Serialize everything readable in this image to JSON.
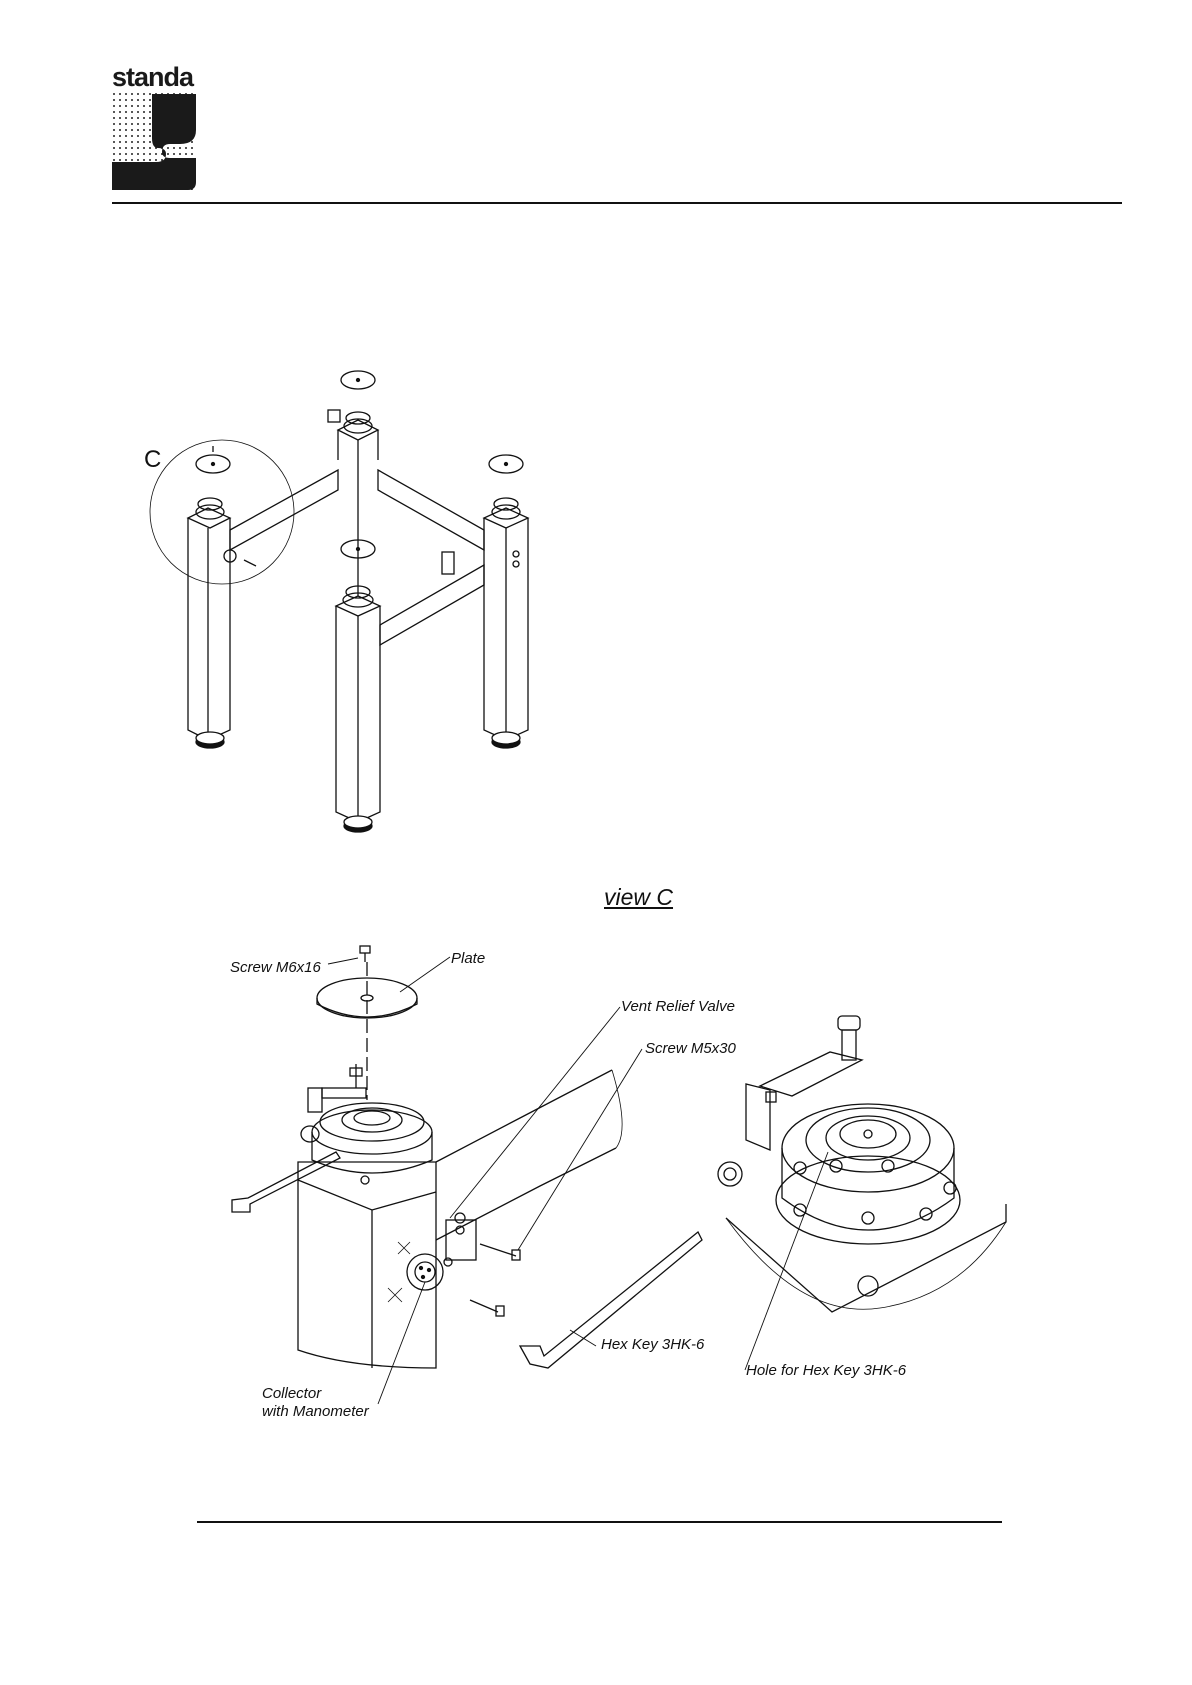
{
  "header": {
    "logo_text": "standa"
  },
  "overview": {
    "detail_marker": "C"
  },
  "detail": {
    "view_title": "view C",
    "callouts": {
      "screw_m6": "Screw M6x16",
      "plate": "Plate",
      "vent_valve": "Vent Relief Valve",
      "screw_m5": "Screw M5x30",
      "hex_key": "Hex Key 3HK-6",
      "hole_hex_key": "Hole for Hex Key 3HK-6",
      "collector_line1": "Collector",
      "collector_line2": "with Manometer"
    }
  }
}
